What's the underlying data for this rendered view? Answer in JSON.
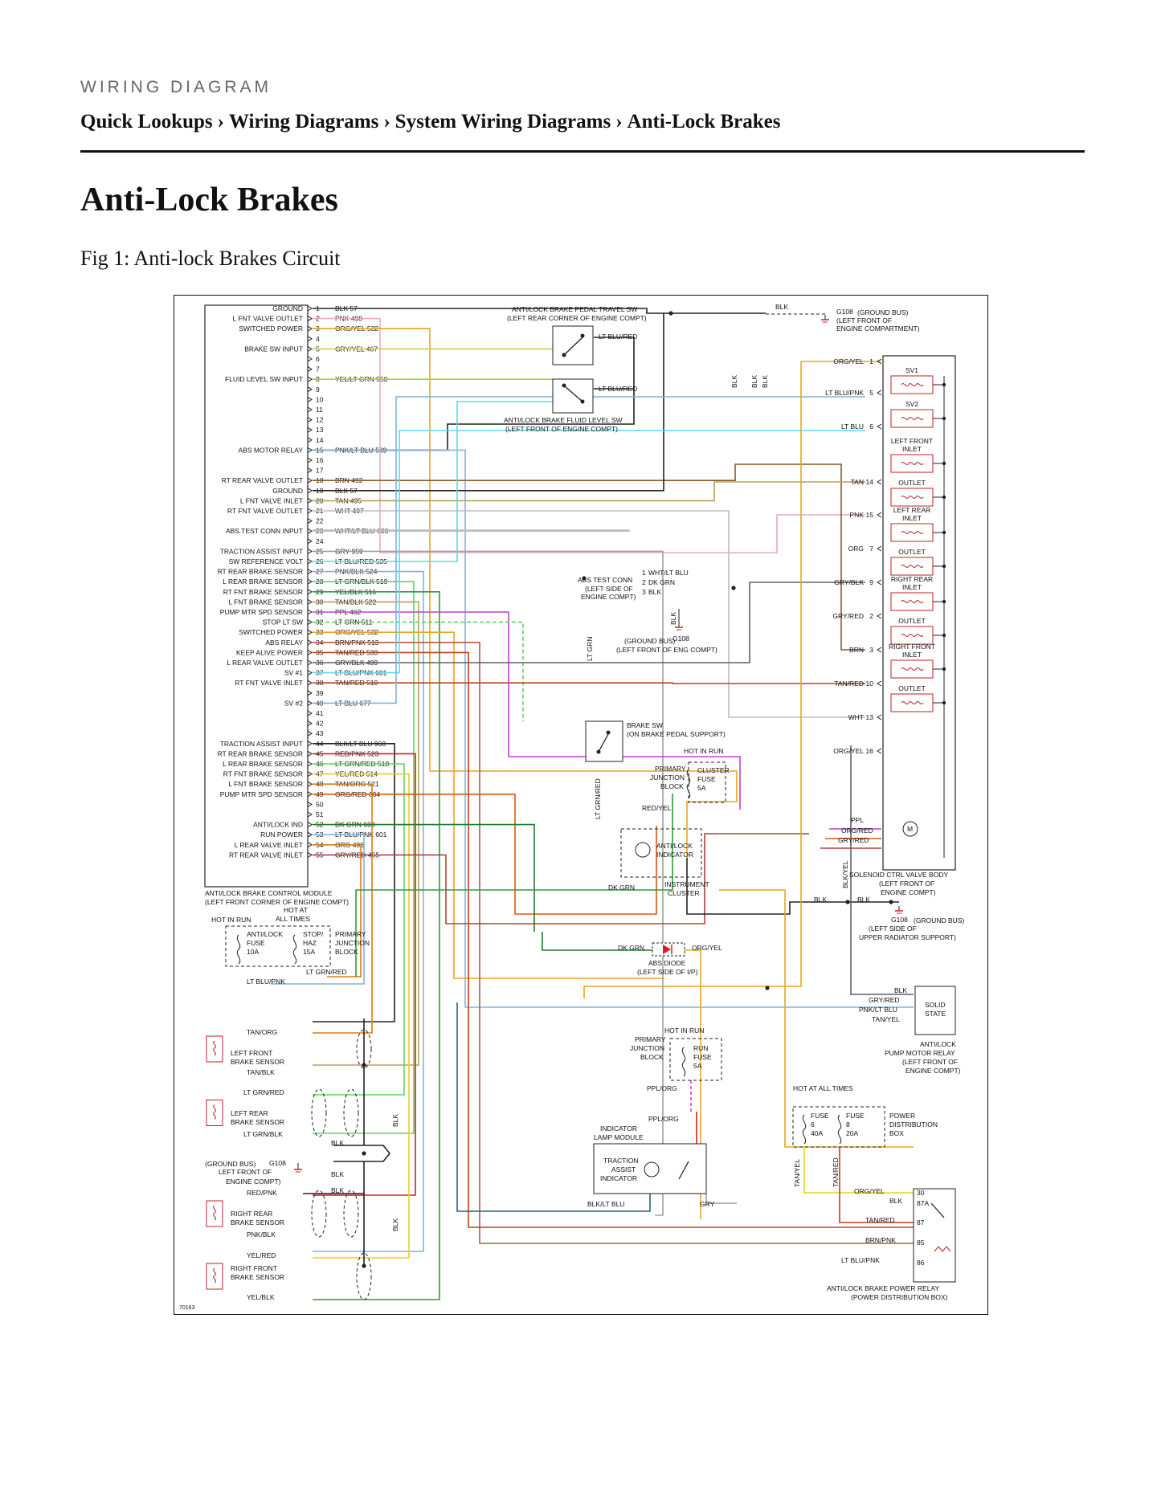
{
  "header": {
    "eyebrow": "WIRING DIAGRAM",
    "breadcrumb": [
      "Quick Lookups",
      "Wiring Diagrams",
      "System Wiring Diagrams",
      "Anti-Lock Brakes"
    ]
  },
  "page_title": "Anti-Lock Brakes",
  "figure_caption": "Fig 1: Anti-lock Brakes Circuit",
  "diagram": {
    "figure_id": "70163",
    "module_pins": [
      {
        "n": "1",
        "fn": "GROUND",
        "wire": "BLK 57"
      },
      {
        "n": "2",
        "fn": "L FNT VALVE OUTLET",
        "wire": "PNK 498"
      },
      {
        "n": "3",
        "fn": "SWITCHED POWER",
        "wire": "ORG/YEL 532"
      },
      {
        "n": "4",
        "fn": "",
        "wire": ""
      },
      {
        "n": "5",
        "fn": "BRAKE SW INPUT",
        "wire": "GRY/YEL 467"
      },
      {
        "n": "6",
        "fn": "",
        "wire": ""
      },
      {
        "n": "7",
        "fn": "",
        "wire": ""
      },
      {
        "n": "8",
        "fn": "FLUID LEVEL SW INPUT",
        "wire": "YEL/LT GRN 550"
      },
      {
        "n": "9",
        "fn": "",
        "wire": ""
      },
      {
        "n": "10",
        "fn": "",
        "wire": ""
      },
      {
        "n": "11",
        "fn": "",
        "wire": ""
      },
      {
        "n": "12",
        "fn": "",
        "wire": ""
      },
      {
        "n": "13",
        "fn": "",
        "wire": ""
      },
      {
        "n": "14",
        "fn": "",
        "wire": ""
      },
      {
        "n": "15",
        "fn": "ABS MOTOR RELAY",
        "wire": "PNK/LT BLU 539"
      },
      {
        "n": "16",
        "fn": "",
        "wire": ""
      },
      {
        "n": "17",
        "fn": "",
        "wire": ""
      },
      {
        "n": "18",
        "fn": "RT REAR VALVE OUTLET",
        "wire": "BRN 492"
      },
      {
        "n": "19",
        "fn": "GROUND",
        "wire": "BLK 57"
      },
      {
        "n": "20",
        "fn": "L FNT VALVE INLET",
        "wire": "TAN 495"
      },
      {
        "n": "21",
        "fn": "RT FNT VALVE OUTLET",
        "wire": "WHT 497"
      },
      {
        "n": "22",
        "fn": "",
        "wire": ""
      },
      {
        "n": "23",
        "fn": "ABS TEST CONN INPUT",
        "wire": "WHT/LT BLU 606"
      },
      {
        "n": "24",
        "fn": "",
        "wire": ""
      },
      {
        "n": "25",
        "fn": "TRACTION ASSIST INPUT",
        "wire": "GRY 959"
      },
      {
        "n": "26",
        "fn": "SW REFERENCE VOLT",
        "wire": "LT BLU/RED 535"
      },
      {
        "n": "27",
        "fn": "RT REAR BRAKE SENSOR",
        "wire": "PNK/BLK 524"
      },
      {
        "n": "28",
        "fn": "L REAR BRAKE SENSOR",
        "wire": "LT GRN/BLK 519"
      },
      {
        "n": "29",
        "fn": "RT FNT BRAKE SENSOR",
        "wire": "YEL/BLK 516"
      },
      {
        "n": "30",
        "fn": "L FNT BRAKE SENSOR",
        "wire": "TAN/BLK 522"
      },
      {
        "n": "31",
        "fn": "PUMP MTR SPD SENSOR",
        "wire": "PPL 462"
      },
      {
        "n": "32",
        "fn": "STOP LT SW",
        "wire": "LT GRN 511"
      },
      {
        "n": "33",
        "fn": "SWITCHED POWER",
        "wire": "ORG/YEL 532"
      },
      {
        "n": "34",
        "fn": "ABS RELAY",
        "wire": "BRN/PNK 513"
      },
      {
        "n": "35",
        "fn": "KEEP ALIVE POWER",
        "wire": "TAN/RED 533"
      },
      {
        "n": "36",
        "fn": "L REAR VALVE OUTLET",
        "wire": "GRY/BLK 499"
      },
      {
        "n": "37",
        "fn": "SV #1",
        "wire": "LT BLU/PNK 601"
      },
      {
        "n": "38",
        "fn": "RT FNT VALVE INLET",
        "wire": "TAN/RED 510"
      },
      {
        "n": "39",
        "fn": "",
        "wire": ""
      },
      {
        "n": "40",
        "fn": "SV #2",
        "wire": "LT BLU 677"
      },
      {
        "n": "41",
        "fn": "",
        "wire": ""
      },
      {
        "n": "42",
        "fn": "",
        "wire": ""
      },
      {
        "n": "43",
        "fn": "",
        "wire": ""
      },
      {
        "n": "44",
        "fn": "TRACTION ASSIST INPUT",
        "wire": "BLK/LT BLU 960"
      },
      {
        "n": "45",
        "fn": "RT REAR BRAKE SENSOR",
        "wire": "RED/PNK 523"
      },
      {
        "n": "46",
        "fn": "L REAR BRAKE SENSOR",
        "wire": "LT GRN/RED 518"
      },
      {
        "n": "47",
        "fn": "RT FNT BRAKE SENSOR",
        "wire": "YEL/RED 514"
      },
      {
        "n": "48",
        "fn": "L FNT BRAKE SENSOR",
        "wire": "TAN/ORG 521"
      },
      {
        "n": "49",
        "fn": "PUMP MTR SPD SENSOR",
        "wire": "ORG/RED 604"
      },
      {
        "n": "50",
        "fn": "",
        "wire": ""
      },
      {
        "n": "51",
        "fn": "",
        "wire": ""
      },
      {
        "n": "52",
        "fn": "ANTI/LOCK IND",
        "wire": "DK GRN 603"
      },
      {
        "n": "53",
        "fn": "RUN POWER",
        "wire": "LT BLU/PNK 601"
      },
      {
        "n": "54",
        "fn": "L REAR VALVE INLET",
        "wire": "ORG 496"
      },
      {
        "n": "55",
        "fn": "RT REAR VALVE INLET",
        "wire": "GRY/RED 455"
      }
    ],
    "module_name_1": "ANTI/LOCK BRAKE CONTROL MODULE",
    "module_name_2": "(LEFT FRONT CORNER OF ENGINE COMPT)",
    "valve_body": {
      "pins": [
        {
          "n": "1",
          "wire": "ORG/YEL"
        },
        {
          "n": "5",
          "wire": "LT BLU/PNK"
        },
        {
          "n": "6",
          "wire": "LT BLU"
        },
        {
          "n": "14",
          "wire": "TAN"
        },
        {
          "n": "15",
          "wire": "PNK"
        },
        {
          "n": "7",
          "wire": "ORG"
        },
        {
          "n": "9",
          "wire": "GRY/BLK"
        },
        {
          "n": "2",
          "wire": "GRY/RED"
        },
        {
          "n": "3",
          "wire": "BRN"
        },
        {
          "n": "10",
          "wire": "TAN/RED"
        },
        {
          "n": "13",
          "wire": "WHT"
        },
        {
          "n": "16",
          "wire": "ORG/YEL"
        }
      ],
      "coil_labels": [
        "SV1",
        "SV2",
        "LEFT FRONT",
        "INLET",
        "OUTLET",
        "LEFT REAR",
        "INLET",
        "OUTLET",
        "RIGHT REAR",
        "INLET",
        "OUTLET",
        "RIGHT FRONT",
        "INLET",
        "OUTLET"
      ],
      "motor_wires": [
        "PPL",
        "ORG/RED",
        "GRY/RED"
      ],
      "name_1": "SOLENOID CTRL VALVE BODY",
      "name_2": "(LEFT FRONT OF",
      "name_3": "ENGINE COMPT)",
      "motor_label": "M"
    },
    "labels": {
      "pedal_sw_1": "ANTI/LOCK BRAKE PEDAL TRAVEL SW",
      "pedal_sw_2": "(LEFT REAR CORNER OF ENGINE COMPT)",
      "fluid_sw_1": "ANTI/LOCK BRAKE FLUID LEVEL SW",
      "fluid_sw_2": "(LEFT FRONT OF ENGINE COMPT)",
      "lt_blu_red": "LT BLU/RED",
      "blk": "BLK",
      "g108": "G108",
      "ground_bus": "(GROUND BUS)",
      "g108_top_2": "(LEFT FRONT OF",
      "g108_top_3": "ENGINE COMPARTMENT)",
      "abs_test_1": "ABS TEST CONN",
      "abs_test_2": "(LEFT SIDE OF",
      "abs_test_3": "ENGINE COMPT)",
      "wht_lt_blu": "WHT/LT BLU",
      "dk_grn": "DK GRN",
      "g108_mid_2": "(LEFT FRONT OF ENG COMPT)",
      "lt_grn": "LT GRN",
      "brake_sw_1": "BRAKE SW",
      "brake_sw_2": "(ON BRAKE PEDAL SUPPORT)",
      "hot_in_run": "HOT IN RUN",
      "primary": "PRIMARY",
      "junction": "JUNCTION",
      "block": "BLOCK",
      "cluster": "CLUSTER",
      "fuse": "FUSE",
      "five_a": "5A",
      "red_yel": "RED/YEL",
      "lt_grn_red": "LT GRN/RED",
      "antilock": "ANTI/LOCK",
      "indicator": "INDICATOR",
      "instrument": "INSTRUMENT",
      "cluster_caps": "CLUSTER",
      "hot_at": "HOT AT",
      "all_times": "ALL TIMES",
      "antilock_fuse_2": "FUSE",
      "ten_a": "10A",
      "stop": "STOP/",
      "haz": "HAZ",
      "fifteen_a": "15A",
      "lt_blu_pnk": "LT BLU/PNK",
      "g108_rad_2": "(LEFT SIDE OF",
      "g108_rad_3": "UPPER RADIATOR SUPPORT)",
      "org_yel": "ORG/YEL",
      "abs_diode": "ABS DIODE",
      "left_side_ip": "(LEFT SIDE OF I/P)",
      "solid": "SOLID",
      "state": "STATE",
      "gry_red": "GRY/RED",
      "pnk_lt_blu": "PNK/LT BLU",
      "tan_yel": "TAN/YEL",
      "pump_relay_1": "ANTI/LOCK",
      "pump_relay_2": "PUMP MOTOR RELAY",
      "pump_relay_3": "(LEFT FRONT OF",
      "pump_relay_4": "ENGINE COMPT)",
      "run": "RUN",
      "ppl_org": "PPL/ORG",
      "indicator_lamp_1": "INDICATOR",
      "indicator_lamp_2": "LAMP MODULE",
      "traction": "TRACTION",
      "assist": "ASSIST",
      "indicator_2": "INDICATOR",
      "blk_lt_blu": "BLK/LT BLU",
      "gry": "GRY",
      "hot_all_times": "HOT AT ALL TIMES",
      "fuse_6": "6",
      "forty_a": "40A",
      "fuse_8": "8",
      "twenty_a": "20A",
      "power": "POWER",
      "distribution": "DISTRIBUTION",
      "box": "BOX",
      "tan_red": "TAN/RED",
      "brn_pnk": "BRN/PNK",
      "abs_power_relay_1": "ANTI/LOCK BRAKE POWER RELAY",
      "abs_power_relay_2": "(POWER DISTRIBUTION BOX)",
      "relay_pins": [
        "30",
        "87A",
        "87",
        "85",
        "86"
      ],
      "tan_org": "TAN/ORG",
      "left_front_sensor_1": "LEFT FRONT",
      "brake_sensor": "BRAKE SENSOR",
      "tan_blk": "TAN/BLK",
      "lt_grn_red2": "LT GRN/RED",
      "left_rear_sensor_1": "LEFT REAR",
      "lt_grn_blk": "LT GRN/BLK",
      "left_front_of": "LEFT FRONT OF",
      "engine_compt": "ENGINE COMPT)",
      "red_pnk": "RED/PNK",
      "right_rear_sensor_1": "RIGHT REAR",
      "pnk_blk": "PNK/BLK",
      "yel_red": "YEL/RED",
      "right_front_sensor_1": "RIGHT FRONT",
      "yel_blk": "YEL/BLK",
      "blk_yel": "BLK/YEL"
    }
  },
  "colors": {
    "black": "#222222",
    "pink": "#e9a8c8",
    "org_yel": "#e5a81c",
    "gry_yel": "#cfcf3a",
    "yel_grn": "#a8d41e",
    "lt_blu": "#5fd9e8",
    "pnk_lt_blu": "#7fb3e0",
    "brown": "#8a5a2a",
    "tan": "#b7a05a",
    "white": "#bdbdbd",
    "grey": "#a0a0a0",
    "green": "#2a9d3a",
    "yellow": "#e8d020",
    "purple": "#c040d0",
    "lt_grn": "#5fd35f",
    "brn_pnk": "#b85a4a",
    "tan_red": "#c0401a",
    "gry_blk": "#606060",
    "red": "#d02020",
    "orange": "#e07a10",
    "org_red": "#d85a10",
    "dk_grn": "#1f7a2a",
    "gry_red": "#b04040",
    "dark_teal": "#1a6a7a"
  }
}
